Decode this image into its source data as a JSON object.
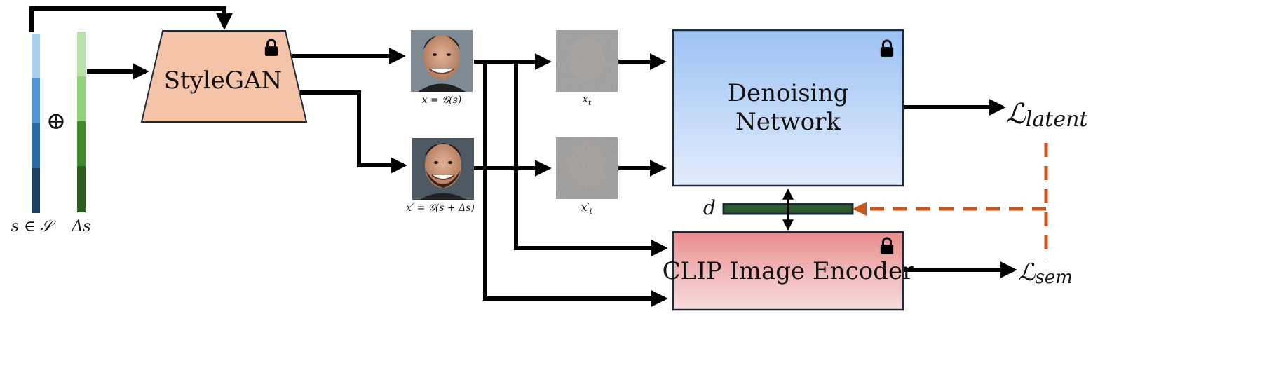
{
  "latent": {
    "s_label": "s ∈ 𝒮",
    "delta_label": "Δs",
    "oplus_symbol": "⊕",
    "s_colors": [
      "#a9cdee",
      "#4f95d9",
      "#2a6aa5",
      "#1d4166"
    ],
    "delta_colors": [
      "#b5e3a6",
      "#8fd37a",
      "#3f8a2b",
      "#2b5e1d"
    ]
  },
  "stylegan": {
    "title": "StyleGAN",
    "fill": "#f5c3a8"
  },
  "images": {
    "x_caption": "x = 𝒢(s)",
    "x_prime_caption": "x′ = 𝒢(s + Δs)",
    "xt_caption": "x_t",
    "xt_prime_caption": "x′_t"
  },
  "denoiser": {
    "title_line1": "Denoising",
    "title_line2": "Network",
    "color_top": "#9cc2f4",
    "color_bottom": "#e3ecfb"
  },
  "clip": {
    "title": "CLIP Image Encoder",
    "color_top": "#e88d8d",
    "color_bottom": "#f8dede"
  },
  "direction": {
    "label": "d",
    "fill": "#2d5a2e"
  },
  "losses": {
    "latent_symbol": "ℒ",
    "latent_sub": "latent",
    "sem_symbol": "ℒ",
    "sem_sub": "sem",
    "feedback_color": "#c8561e"
  },
  "icons": {
    "lock": "lock-icon"
  }
}
